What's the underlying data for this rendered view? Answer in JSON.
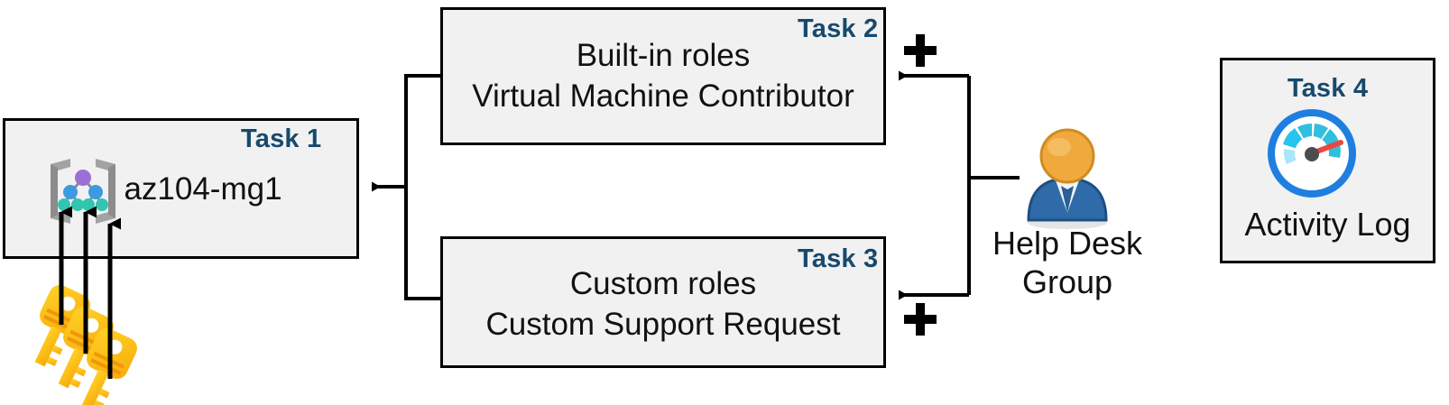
{
  "diagram": {
    "title": "Azure RBAC task diagram",
    "accent_color": "#17496d",
    "box_fill": "#f1f1f1",
    "box_border": "#000000"
  },
  "boxes": {
    "task1": {
      "label": "Task 1",
      "text": "az104-mg1",
      "icon": "management-group-icon"
    },
    "task2": {
      "label": "Task 2",
      "line1": "Built-in roles",
      "line2": "Virtual Machine Contributor"
    },
    "task3": {
      "label": "Task 3",
      "line1": "Custom roles",
      "line2": "Custom Support Request"
    },
    "task4": {
      "label": "Task 4",
      "text": "Activity Log",
      "icon": "activity-log-gauge-icon"
    }
  },
  "actor": {
    "icon": "user-group-icon",
    "line1": "Help Desk",
    "line2": "Group"
  },
  "keys": {
    "icon": "keys-icon",
    "count": 3
  },
  "operators": {
    "plus_top": "+",
    "plus_bottom": "+"
  },
  "connectors": [
    {
      "name": "task2-to-task1",
      "type": "arrow",
      "direction": "left"
    },
    {
      "name": "task3-to-task1",
      "type": "arrow",
      "direction": "left"
    },
    {
      "name": "helpdesk-to-task2",
      "type": "arrow",
      "direction": "left"
    },
    {
      "name": "helpdesk-to-task3",
      "type": "arrow",
      "direction": "left"
    },
    {
      "name": "keys-to-management-group",
      "type": "arrow",
      "direction": "up"
    }
  ]
}
